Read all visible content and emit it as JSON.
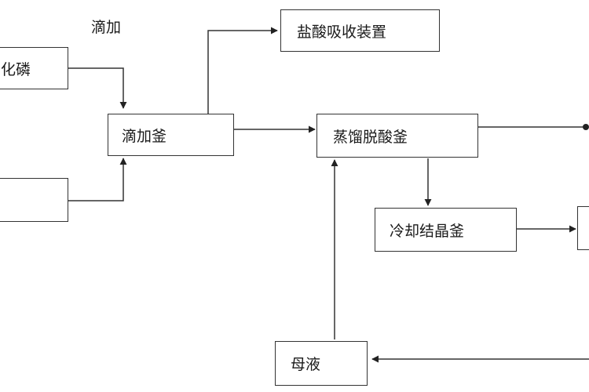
{
  "diagram": {
    "annotation": "滴加",
    "nodes": {
      "phosphorus_trichloride": "化磷",
      "second_feed": "",
      "dropping_kettle": "滴加釜",
      "hcl_absorber": "盐酸吸收装置",
      "distillation_kettle": "蒸馏脱酸釜",
      "crystallizer": "冷却结晶釜",
      "mother_liquor": "母液",
      "right_box": ""
    }
  }
}
